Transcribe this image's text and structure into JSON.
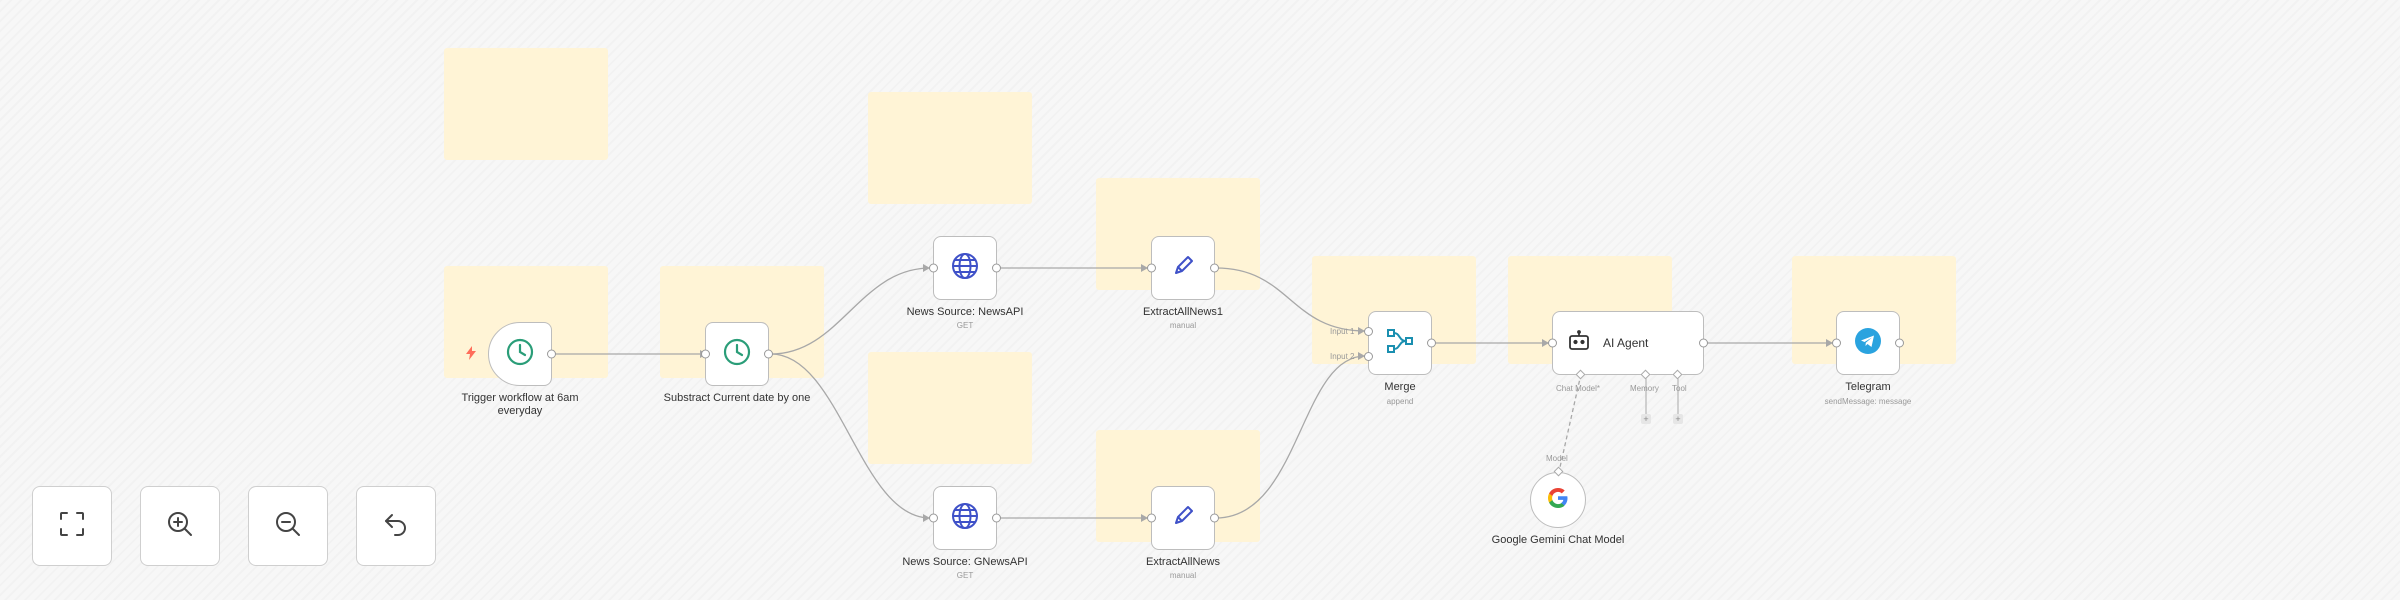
{
  "nodes": {
    "trigger": {
      "label": "Trigger workflow at 6am everyday"
    },
    "subtract": {
      "label": "Substract Current date by one"
    },
    "newsapi": {
      "label": "News Source: NewsAPI",
      "sub": "GET"
    },
    "gnewsapi": {
      "label": "News Source: GNewsAPI",
      "sub": "GET"
    },
    "extract1": {
      "label": "ExtractAllNews1",
      "sub": "manual"
    },
    "extract": {
      "label": "ExtractAllNews",
      "sub": "manual"
    },
    "merge": {
      "label": "Merge",
      "sub": "append",
      "input1": "Input 1",
      "input2": "Input 2"
    },
    "agent": {
      "label": "AI Agent",
      "chat_model": "Chat Model*",
      "memory": "Memory",
      "tool": "Tool"
    },
    "gemini": {
      "label": "Google Gemini Chat Model",
      "model": "Model"
    },
    "telegram": {
      "label": "Telegram",
      "sub": "sendMessage: message"
    }
  },
  "controls": {
    "fit": "fit-view",
    "zoom_in": "zoom-in",
    "zoom_out": "zoom-out",
    "undo": "undo"
  },
  "colors": {
    "sticky": "#fff4d6",
    "clock": "#2a9d78",
    "globe": "#3f51c8",
    "pen": "#3f51c8",
    "merge": "#1a8fb0",
    "telegram": "#2aa3df",
    "trigger_mark": "#ff6d5a"
  }
}
